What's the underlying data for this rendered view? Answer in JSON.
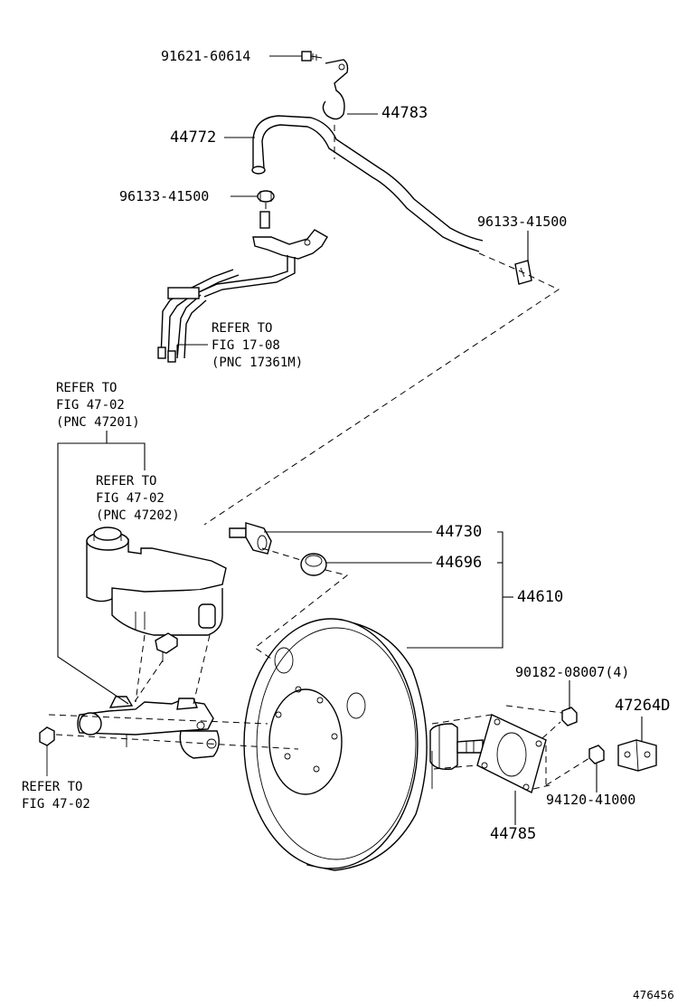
{
  "parts": {
    "p91621": "91621-60614",
    "p44783": "44783",
    "p44772": "44772",
    "p96133a": "96133-41500",
    "p96133b": "96133-41500",
    "p44730": "44730",
    "p44696": "44696",
    "p44610": "44610",
    "p90182": "90182-08007(4)",
    "p47264": "47264D",
    "p94120": "94120-41000",
    "p44785": "44785"
  },
  "refs": {
    "r1708": "REFER TO\nFIG 17-08\n(PNC 17361M)",
    "r47201": "REFER TO\nFIG 47-02\n(PNC 47201)",
    "r47202": "REFER TO\nFIG 47-02\n(PNC 47202)",
    "r4702": "REFER TO\nFIG 47-02"
  },
  "figure_id": "476456"
}
